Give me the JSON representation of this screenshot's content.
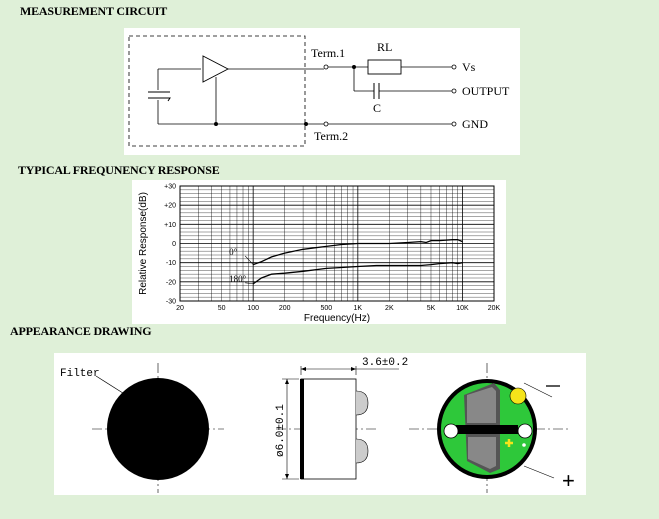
{
  "sections": {
    "measurement": "MEASUREMENT CIRCUIT",
    "frequency": "TYPICAL FREQUNENCY RESPONSE",
    "appearance": "APPEARANCE DRAWING"
  },
  "circuit": {
    "term1": "Term.1",
    "term2": "Term.2",
    "rl": "RL",
    "c": "C",
    "vs": "Vs",
    "output": "OUTPUT",
    "gnd": "GND"
  },
  "chart_data": {
    "type": "line",
    "xlabel": "Frequency(Hz)",
    "ylabel": "Relative Response(dB)",
    "x_scale": "log",
    "xlim": [
      20,
      20000
    ],
    "ylim": [
      -30,
      30
    ],
    "x_ticks": [
      {
        "v": 20,
        "label": "20"
      },
      {
        "v": 50,
        "label": "50"
      },
      {
        "v": 100,
        "label": "100"
      },
      {
        "v": 200,
        "label": "200"
      },
      {
        "v": 500,
        "label": "500"
      },
      {
        "v": 1000,
        "label": "1K"
      },
      {
        "v": 2000,
        "label": "2K"
      },
      {
        "v": 5000,
        "label": "5K"
      },
      {
        "v": 10000,
        "label": "10K"
      },
      {
        "v": 20000,
        "label": "20K"
      }
    ],
    "y_ticks": [
      {
        "v": 30,
        "label": "+30"
      },
      {
        "v": 20,
        "label": "+20"
      },
      {
        "v": 10,
        "label": "+10"
      },
      {
        "v": 0,
        "label": "0"
      },
      {
        "v": -10,
        "label": "-10"
      },
      {
        "v": -20,
        "label": "-20"
      },
      {
        "v": -30,
        "label": "-30"
      }
    ],
    "grid": true,
    "series": [
      {
        "name": "0°",
        "x": [
          100,
          120,
          150,
          200,
          300,
          500,
          700,
          1000,
          2000,
          3000,
          4000,
          4500,
          5000,
          6000,
          8000,
          9000,
          10000
        ],
        "y": [
          -11,
          -9.5,
          -7,
          -5,
          -3,
          -1.5,
          -0.5,
          0,
          0,
          0.5,
          1,
          0.5,
          1.5,
          1.5,
          2,
          2,
          1
        ]
      },
      {
        "name": "180°",
        "x": [
          100,
          120,
          150,
          200,
          300,
          500,
          700,
          1000,
          1500,
          2000,
          3000,
          4000,
          5000,
          6000,
          8000,
          9000,
          10000
        ],
        "y": [
          -21,
          -18,
          -16,
          -15.5,
          -14.5,
          -13,
          -12.5,
          -12,
          -11.5,
          -11.5,
          -11.5,
          -11.5,
          -11,
          -10.5,
          -10,
          -10.5,
          -10
        ]
      }
    ]
  },
  "drawing": {
    "filter": "Filter",
    "depth_dim": "3.6±0.2",
    "dia_dim": "ø6.0±0.1",
    "minus": "−",
    "plus": "+"
  }
}
